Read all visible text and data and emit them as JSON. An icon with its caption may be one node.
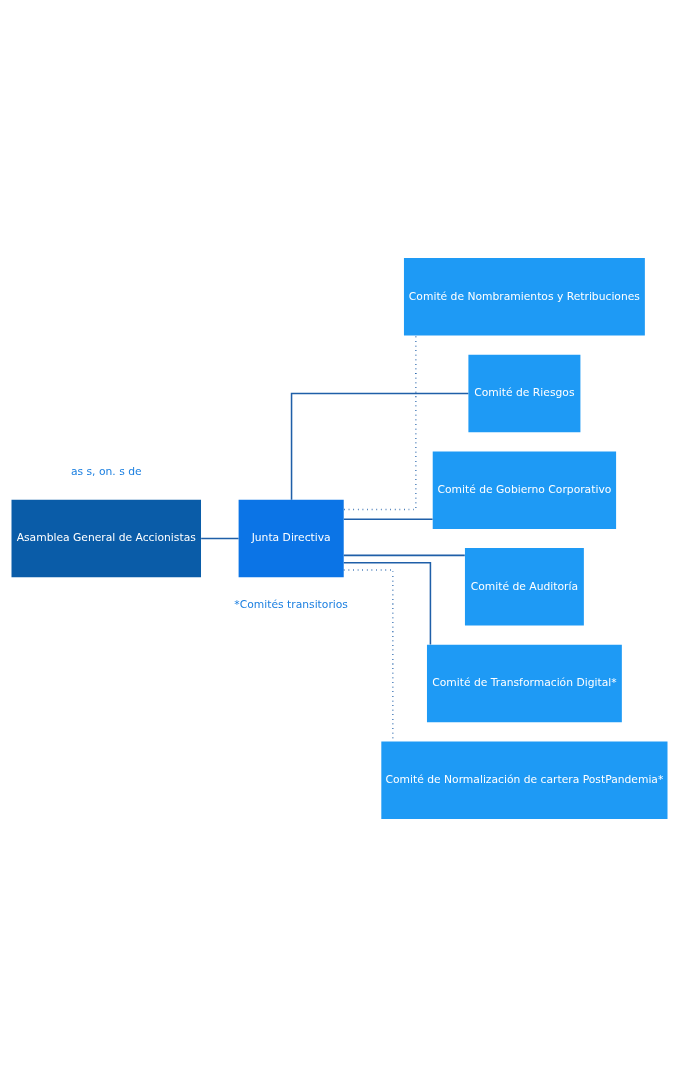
{
  "diagram": {
    "nodes": [
      {
        "text": [
          "Asamblea General de Accionistas"
        ]
      },
      {
        "text": [
          "Junta Directiva"
        ]
      },
      {
        "text": [
          "Comité de Nombramientos y Retribuciones"
        ]
      },
      {
        "text": [
          "Comité de Riesgos"
        ]
      },
      {
        "text": [
          "Comité de Gobierno Corporativo"
        ]
      },
      {
        "text": [
          "Comité de Auditoría"
        ]
      },
      {
        "text": [
          "Comité de Transformación Digital*"
        ]
      },
      {
        "text": [
          "Comité de Normalización de cartera PostPandemia*"
        ]
      }
    ],
    "edges": [
      {
        "from": 0,
        "to": 1,
        "arrow": "none"
      },
      {
        "from": 1,
        "to": 2,
        "arrow": "none",
        "style": "dashed"
      },
      {
        "from": 1,
        "to": 3,
        "arrow": "none"
      },
      {
        "from": 1,
        "to": 4,
        "arrow": "none"
      },
      {
        "from": 1,
        "to": 5,
        "arrow": "none"
      },
      {
        "from": 1,
        "to": 6,
        "arrow": "none"
      },
      {
        "from": 1,
        "to": 7,
        "arrow": "none",
        "style": "dashed"
      }
    ],
    "labels": [
      "as s, on. s de",
      "*Comités transitorios"
    ]
  }
}
